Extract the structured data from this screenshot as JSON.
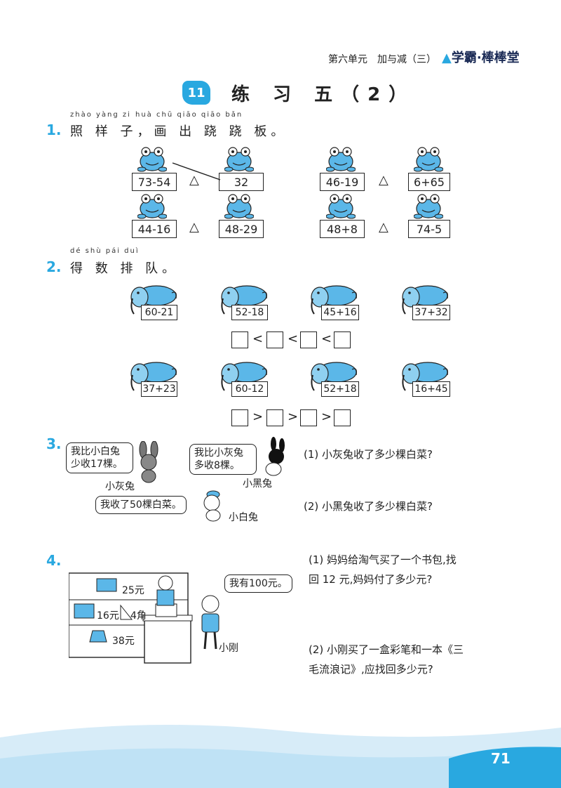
{
  "header": {
    "unit": "第六单元　加与减（三）",
    "brand": "学霸·棒棒堂"
  },
  "lesson": {
    "number": "11",
    "title": "练 习 五（2）"
  },
  "q1": {
    "num": "1.",
    "pinyin": [
      "zhào yàng zi",
      "huà chū qiāo qiāo bǎn"
    ],
    "text": "照 样 子，画 出 跷 跷 板。",
    "pairs": [
      [
        "73-54",
        "32"
      ],
      [
        "46-19",
        "6+65"
      ],
      [
        "44-16",
        "48-29"
      ],
      [
        "48+8",
        "74-5"
      ]
    ],
    "triangle": "△"
  },
  "q2": {
    "num": "2.",
    "pinyin": [
      "dé shù pái duì"
    ],
    "text": "得 数 排 队。",
    "row1": [
      "60-21",
      "52-18",
      "45+16",
      "37+32"
    ],
    "row2": [
      "37+23",
      "60-12",
      "52+18",
      "16+45"
    ],
    "lt": "<",
    "gt": ">"
  },
  "q3": {
    "num": "3.",
    "bubble_grey": [
      "我比小白兔",
      "少收17棵。"
    ],
    "label_grey": "小灰兔",
    "bubble_black": [
      "我比小灰兔",
      "多收8棵。"
    ],
    "label_black": "小黑兔",
    "bubble_white": "我收了50棵白菜。",
    "label_white": "小白兔",
    "sub1": "(1) 小灰兔收了多少棵白菜?",
    "sub2": "(2) 小黑兔收了多少棵白菜?"
  },
  "q4": {
    "num": "4.",
    "prices": [
      "25元",
      "16元",
      "4角",
      "38元"
    ],
    "bubble": "我有100元。",
    "boy_label": "小刚",
    "sub1_l1": "(1) 妈妈给淘气买了一个书包,找",
    "sub1_l2": "回 12 元,妈妈付了多少元?",
    "sub2_l1": "(2) 小刚买了一盒彩笔和一本《三",
    "sub2_l2": "毛流浪记》,应找回多少元?"
  },
  "footer": {
    "page": "71"
  },
  "colors": {
    "accent": "#29a8e0",
    "frog": "#5bb7e8",
    "wave": "#d7ecf8"
  }
}
